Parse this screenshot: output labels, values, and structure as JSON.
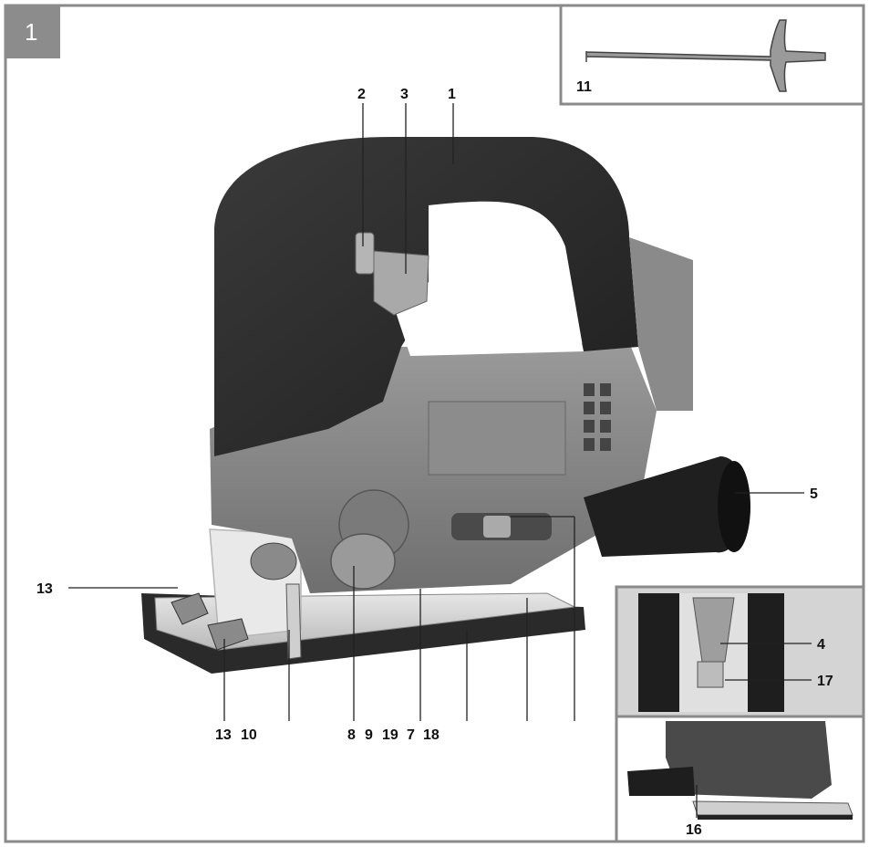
{
  "figure": {
    "number": "1",
    "colors": {
      "frame": "#8a8a8a",
      "badge": "#8c8c8c",
      "inset_bg": "#d4d4d4"
    },
    "labels": {
      "l1": "1",
      "l2": "2",
      "l3": "3",
      "l4": "4",
      "l5": "5",
      "l7": "7",
      "l8": "8",
      "l9": "9",
      "l10": "10",
      "l11": "11",
      "l13a": "13",
      "l13b": "13",
      "l16": "16",
      "l17": "17",
      "l18": "18",
      "l19": "19"
    }
  }
}
